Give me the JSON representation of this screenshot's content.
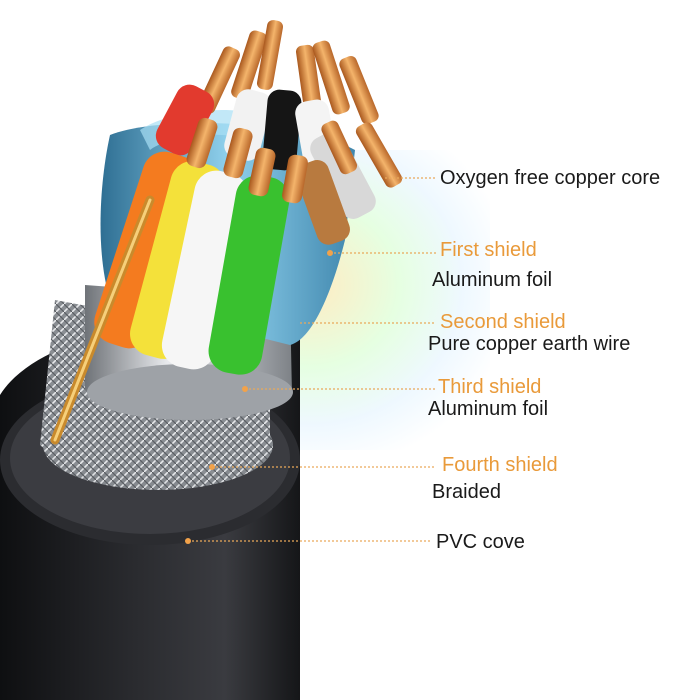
{
  "callouts": [
    {
      "id": "core",
      "desc": "Oxygen free copper core"
    },
    {
      "id": "first",
      "shield": "First shield",
      "desc": "Aluminum foil"
    },
    {
      "id": "second",
      "shield": "Second shield",
      "desc": "Pure copper earth wire"
    },
    {
      "id": "third",
      "shield": "Third shield",
      "desc": "Aluminum foil"
    },
    {
      "id": "fourth",
      "shield": "Fourth shield",
      "desc": "Braided"
    },
    {
      "id": "jacket",
      "desc": "PVC cove"
    }
  ],
  "colors": {
    "shield_label": "#e99a3a",
    "description": "#1a1a1a",
    "copper": "#d88a3a",
    "jacket": "#1e1f22",
    "foil_blue": "#5fa9d0",
    "foil_silver": "#c9ccd0",
    "leader_line": "#e9a95a"
  }
}
